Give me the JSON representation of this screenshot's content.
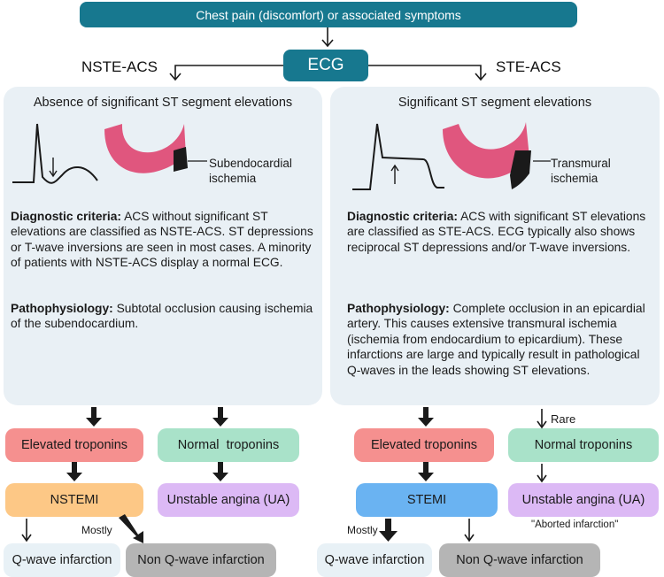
{
  "top": {
    "title": "Chest pain (discomfort) or associated symptoms"
  },
  "ecg": {
    "label": "ECG"
  },
  "branches": {
    "left": "NSTE-ACS",
    "right": "STE-ACS"
  },
  "left_panel": {
    "title": "Absence of significant ST segment elevations",
    "ischemia_label": "Subendocardial ischemia",
    "criteria_heading": "Diagnostic criteria:",
    "criteria_text": "ACS without significant ST elevations are classified as NSTE-ACS. ST depressions or T-wave inversions are seen in most cases. A minority of patients with NSTE-ACS display a normal ECG.",
    "patho_heading": "Pathophysiology:",
    "patho_text": "Subtotal occlusion causing ischemia of the subendocardium."
  },
  "right_panel": {
    "title": "Significant ST segment elevations",
    "ischemia_label": "Transmural ischemia",
    "criteria_heading": "Diagnostic criteria:",
    "criteria_text": "ACS with significant ST elevations are classified as STE-ACS. ECG typically also shows reciprocal ST depressions and/or T-wave inversions.",
    "patho_heading": "Pathophysiology:",
    "patho_text": "Complete occlusion in an epicardial artery. This causes extensive transmural ischemia (ischemia from endocardium to epicardium). These infarctions are large and typically result in pathological Q-waves in the leads showing ST elevations."
  },
  "left_flow": {
    "elevated": "Elevated troponins",
    "normal": "Normal  troponins",
    "nstemi": "NSTEMI",
    "unstable": "Unstable angina (UA)",
    "mostly": "Mostly",
    "q_wave": "Q-wave infarction",
    "non_q_wave": "Non Q-wave infarction"
  },
  "right_flow": {
    "rare": "Rare",
    "elevated": "Elevated troponins",
    "normal": "Normal troponins",
    "stemi": "STEMI",
    "unstable": "Unstable angina (UA)",
    "aborted": "\"Aborted infarction\"",
    "mostly": "Mostly",
    "q_wave": "Q-wave infarction",
    "non_q_wave": "Non Q-wave infarction"
  },
  "colors": {
    "header": "#17788f",
    "panel": "#e9f0f5",
    "troponin_elevated": "#f5908f",
    "troponin_normal": "#a9e2c9",
    "nstemi": "#fdc886",
    "stemi": "#6ab3f2",
    "unstable_angina": "#dcb9f5",
    "non_q_wave": "#b5b5b5",
    "heart_muscle": "#e0567e",
    "ischemia": "#1a1a1a"
  }
}
